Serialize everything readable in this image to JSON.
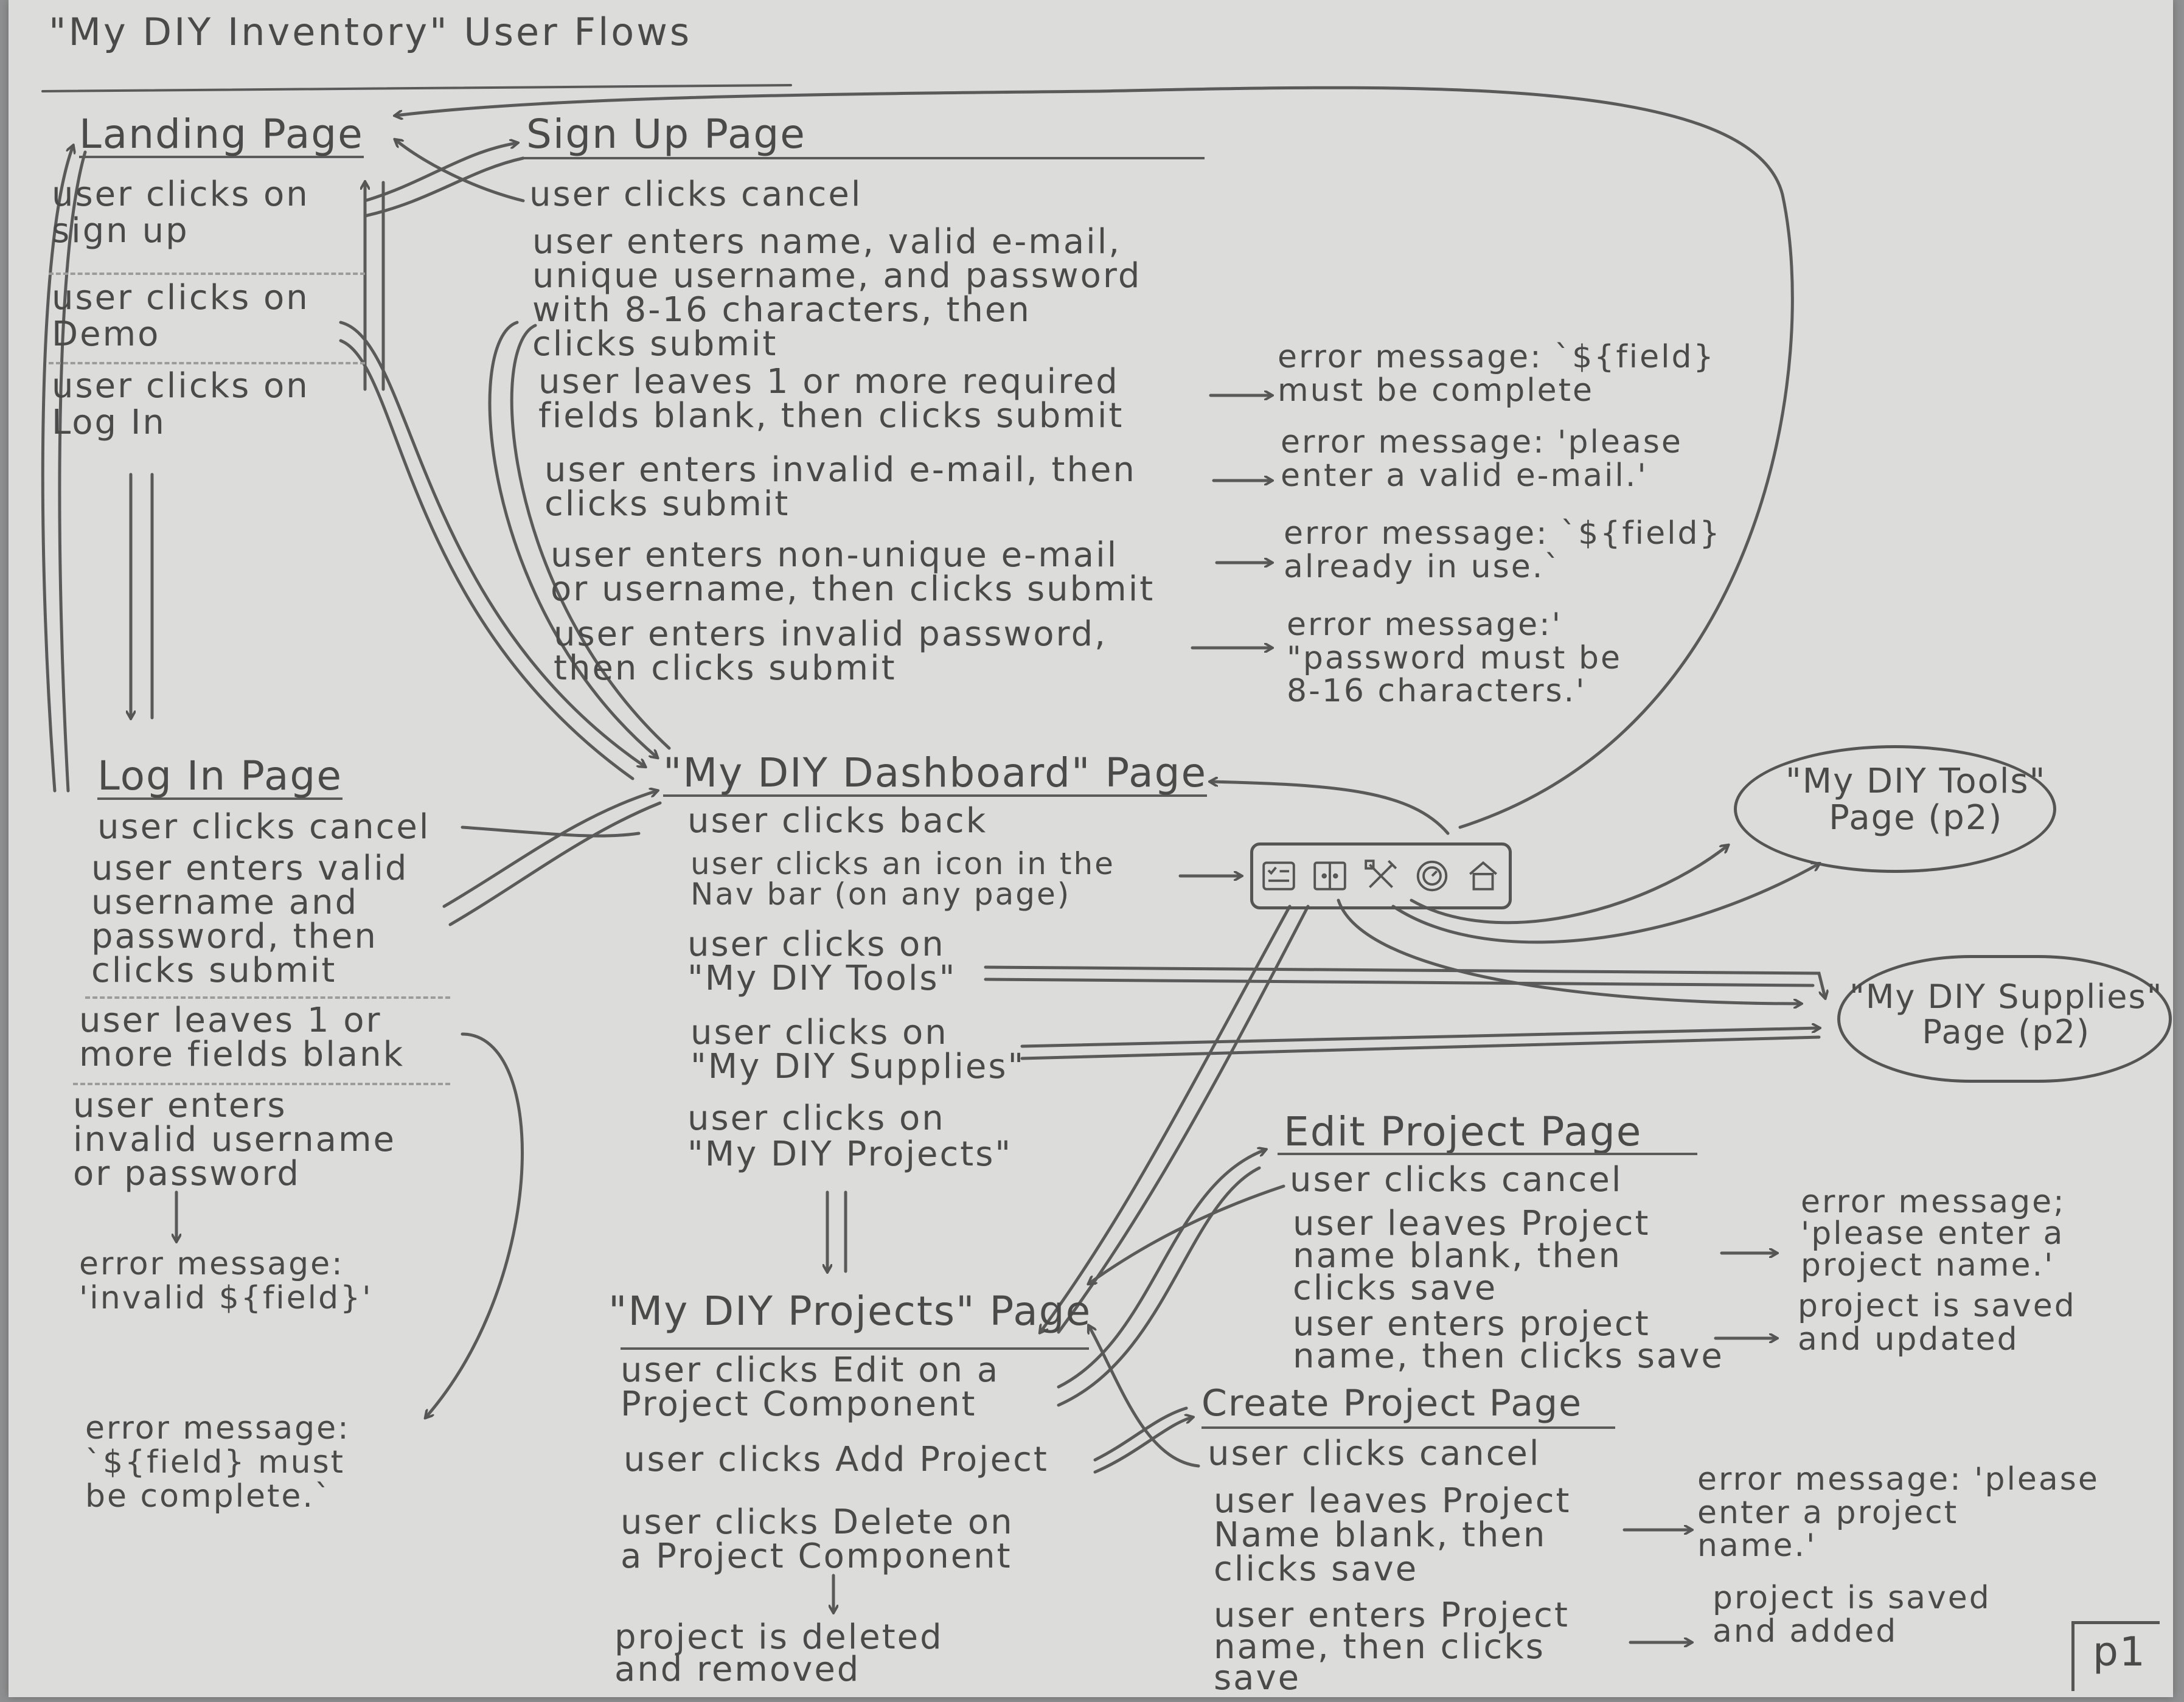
{
  "title": "\"My DIY Inventory\" User Flows",
  "landing": {
    "heading": "Landing Page",
    "items": [
      "user clicks on\nsign up",
      "user clicks on\nDemo",
      "user clicks on\nLog In"
    ]
  },
  "signup": {
    "heading": "Sign Up Page",
    "items": [
      "user clicks cancel",
      "user enters name, valid e-mail,\nunique username, and password\nwith 8-16 characters, then\nclicks submit",
      "user leaves 1 or more required\nfields blank, then clicks submit",
      "user enters invalid e-mail, then\nclicks submit",
      "user enters non-unique e-mail\nor username, then clicks submit",
      "user enters invalid password,\nthen clicks submit"
    ],
    "errors": [
      "error message: `${field}\nmust be complete",
      "error message: 'please\nenter a valid e-mail.'",
      "error message: `${field}\nalready in use.`",
      "error message:'\n\"password must be\n8-16 characters.'"
    ]
  },
  "login": {
    "heading": "Log In Page",
    "items": [
      "user clicks cancel",
      "user enters valid\nusername and\npassword, then\nclicks submit",
      "user leaves 1 or\nmore fields blank",
      "user enters\ninvalid username\nor password"
    ],
    "error_invalid": "error message:\n'invalid ${field}'",
    "error_complete": "error message:\n`${field} must\nbe complete.`"
  },
  "dashboard": {
    "heading": "\"My DIY Dashboard\" Page",
    "items": [
      "user clicks back",
      "user clicks an icon in the\nNav bar (on any page)",
      "user clicks on\n\"My DIY Tools\"",
      "user clicks on\n\"My DIY Supplies\"",
      "user clicks on\n\"My DIY Projects\""
    ]
  },
  "navbar": {
    "icons": [
      "checklist-icon",
      "panels-icon",
      "tools-icon",
      "gauge-icon",
      "home-icon"
    ]
  },
  "tools_page": "\"My DIY Tools\"\nPage (p2)",
  "supplies_page": "\"My DIY Supplies\"\nPage (p2)",
  "edit": {
    "heading": "Edit Project Page",
    "items": [
      "user clicks cancel",
      "user leaves Project\nname blank, then\nclicks save",
      "user enters project\nname, then clicks save"
    ],
    "results": [
      "error message;\n'please enter a\nproject name.'",
      "project is saved\nand updated"
    ]
  },
  "projects": {
    "heading": "\"My DIY Projects\" Page",
    "items": [
      "user clicks Edit on a\nProject Component",
      "user clicks Add Project",
      "user clicks Delete on\na Project Component"
    ],
    "result": "project is deleted\nand removed"
  },
  "create": {
    "heading": "Create Project Page",
    "items": [
      "user clicks cancel",
      "user leaves Project\nName blank, then\nclicks save",
      "user enters Project\nname, then clicks\nsave"
    ],
    "results": [
      "error message: 'please\nenter a project\nname.'",
      "project is saved\nand added"
    ]
  },
  "page_number": "p1"
}
